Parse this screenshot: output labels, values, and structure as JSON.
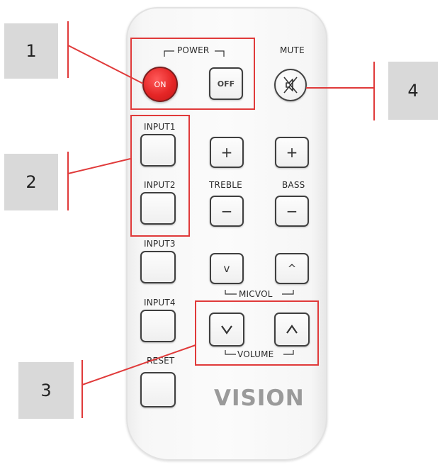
{
  "remote": {
    "brand": "VISION",
    "power_label": "POWER",
    "on_label": "ON",
    "off_label": "OFF",
    "mute_label": "MUTE",
    "input1_label": "INPUT1",
    "input2_label": "INPUT2",
    "input3_label": "INPUT3",
    "input4_label": "INPUT4",
    "reset_label": "RESET",
    "treble_label": "TREBLE",
    "bass_label": "BASS",
    "micvol_label": "MICVOL",
    "volume_label": "VOLUME",
    "plus_glyph": "+",
    "minus_glyph": "−",
    "down_glyph": "v",
    "up_glyph": "^"
  },
  "callouts": [
    {
      "number": "1"
    },
    {
      "number": "2"
    },
    {
      "number": "3"
    },
    {
      "number": "4"
    }
  ],
  "colors": {
    "highlight": "#e03a3a",
    "on_button": "#e52626",
    "callout_box": "#d9d9d9"
  }
}
